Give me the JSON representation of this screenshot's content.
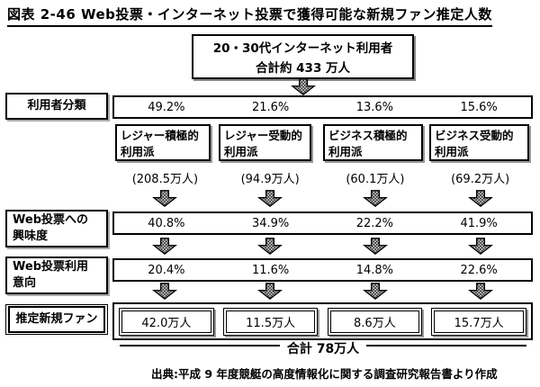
{
  "figure": {
    "title": "図表 2-46  Web投票・インターネット投票で獲得可能な新規ファン推定人数",
    "source": "出典:平成 9 年度競艇の高度情報化に関する調査研究報告書より作成"
  },
  "top_box": {
    "line1": "20・30代インターネット利用者",
    "line2": "合計約 433 万人"
  },
  "classification": {
    "label": "利用者分類",
    "percentages": [
      "49.2%",
      "21.6%",
      "13.6%",
      "15.6%"
    ]
  },
  "categories": [
    {
      "line1": "レジャー積極的",
      "line2": "利用派",
      "count": "(208.5万人)"
    },
    {
      "line1": "レジャー受動的",
      "line2": "利用派",
      "count": "(94.9万人)"
    },
    {
      "line1": "ビジネス積極的",
      "line2": "利用派",
      "count": "(60.1万人)"
    },
    {
      "line1": "ビジネス受動的",
      "line2": "利用派",
      "count": "(69.2万人)"
    }
  ],
  "interest": {
    "label_line1": "Web投票への",
    "label_line2": "興味度",
    "percentages": [
      "40.8%",
      "34.9%",
      "22.2%",
      "41.9%"
    ]
  },
  "intention": {
    "label_line1": "Web投票利用",
    "label_line2": "意向",
    "percentages": [
      "20.4%",
      "11.6%",
      "14.8%",
      "22.6%"
    ]
  },
  "estimated": {
    "label": "推定新規ファン",
    "values": [
      "42.0万人",
      "11.5万人",
      "8.6万人",
      "15.7万人"
    ],
    "total": "合計 78万人"
  }
}
